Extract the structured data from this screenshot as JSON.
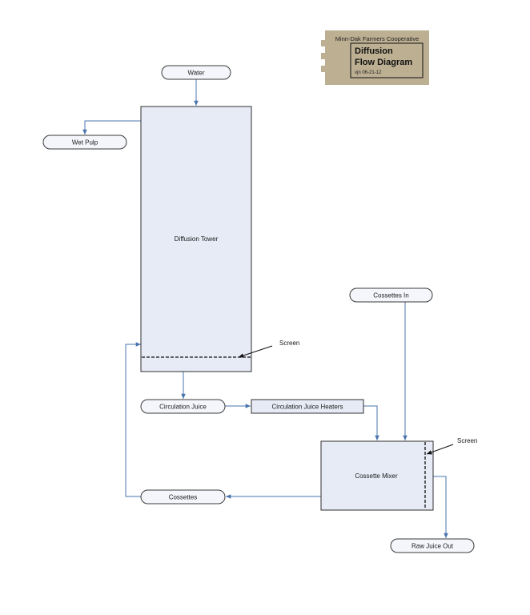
{
  "title_block": {
    "organization": "Minn-Dak Farmers Cooperative",
    "title_line1": "Diffusion",
    "title_line2": "Flow Diagram",
    "revision": "vjn 06-21-12",
    "background_color": "#bcaf92"
  },
  "nodes": {
    "water": "Water",
    "wet_pulp": "Wet Pulp",
    "diffusion_tower": "Diffusion Tower",
    "tower_screen": "Screen",
    "cossettes_in": "Cossettes In",
    "circulation_juice": "Circulation Juice",
    "circulation_juice_heaters": "Circulation Juice Heaters",
    "cossette_mixer": "Cossette Mixer",
    "mixer_screen": "Screen",
    "cossettes": "Cossettes",
    "raw_juice_out": "Raw Juice Out"
  },
  "colors": {
    "flow_line": "#4a74ad",
    "process_box_fill": "#e7ebf6",
    "terminal_fill": "#f4f6fb"
  }
}
